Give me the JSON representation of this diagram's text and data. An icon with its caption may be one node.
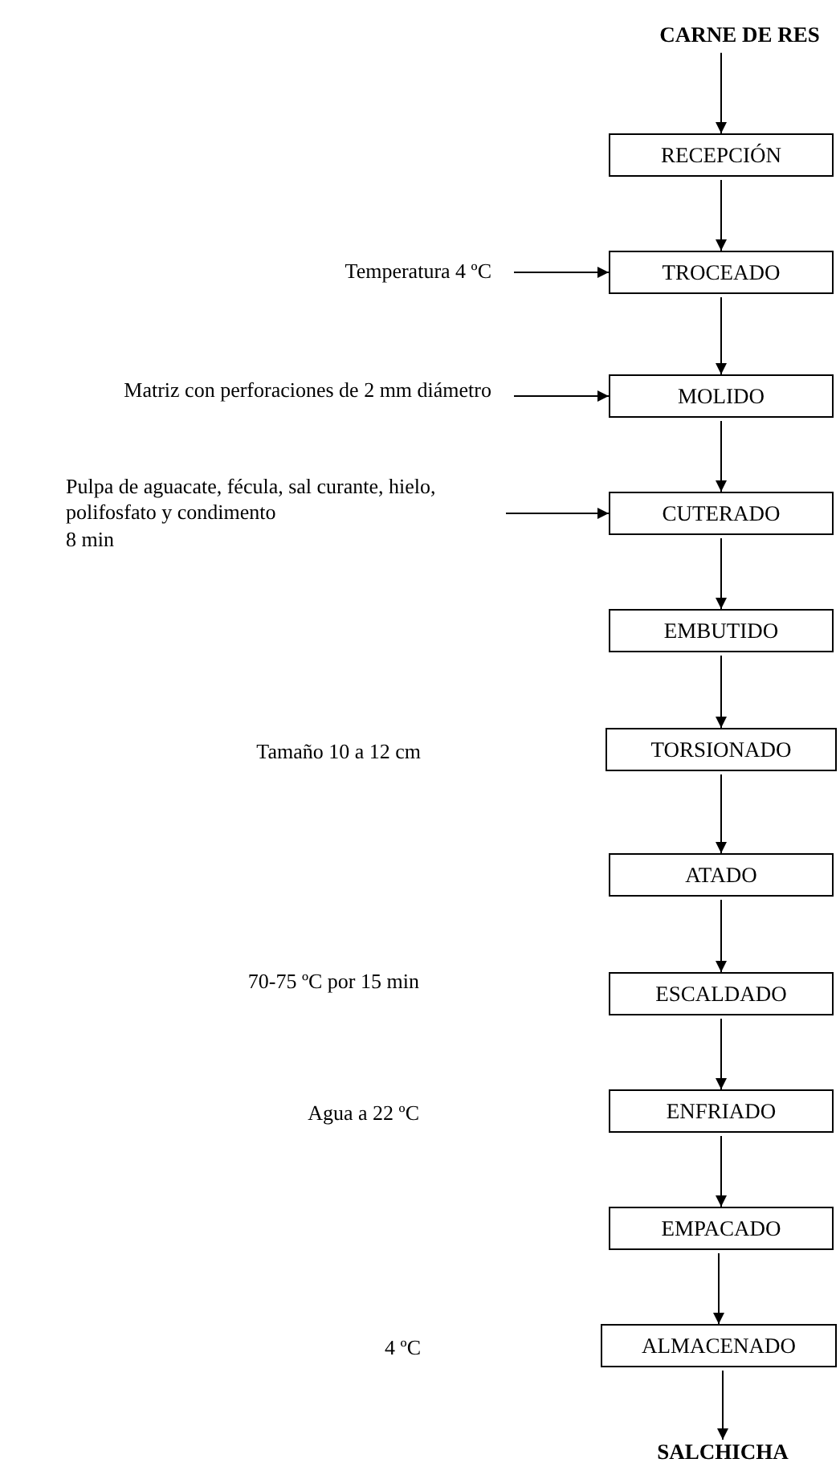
{
  "diagram": {
    "nodes": [
      {
        "text": [
          "CARNE DE RES"
        ]
      },
      {
        "text": [
          "RECEPCIÓN"
        ]
      },
      {
        "text": [
          "Temperatura 4 ºC"
        ]
      },
      {
        "text": [
          "TROCEADO"
        ]
      },
      {
        "text": [
          "Matriz con perforaciones de 2 mm diámetro"
        ]
      },
      {
        "text": [
          "MOLIDO"
        ]
      },
      {
        "text": [
          "Pulpa de aguacate, fécula, sal curante, hielo, polifosfato y condimento",
          "8 min"
        ]
      },
      {
        "text": [
          "CUTERADO"
        ]
      },
      {
        "text": [
          "EMBUTIDO"
        ]
      },
      {
        "text": [
          "TORSIONADO"
        ]
      },
      {
        "text": [
          "ATADO"
        ]
      },
      {
        "text": [
          "ESCALDADO"
        ]
      },
      {
        "text": [
          "ENFRIADO"
        ]
      },
      {
        "text": [
          "EMPACADO"
        ]
      },
      {
        "text": [
          "ALMACENADO"
        ]
      },
      {
        "text": [
          "SALCHICHA"
        ]
      }
    ],
    "edges": [
      {
        "from": 0,
        "to": 1,
        "arrow": "to"
      },
      {
        "from": 1,
        "to": 3,
        "arrow": "to"
      },
      {
        "from": 2,
        "to": 3,
        "arrow": "to"
      },
      {
        "from": 3,
        "to": 5,
        "arrow": "to"
      },
      {
        "from": 4,
        "to": 5,
        "arrow": "to"
      },
      {
        "from": 5,
        "to": 7,
        "arrow": "to"
      },
      {
        "from": 6,
        "to": 7,
        "arrow": "to"
      },
      {
        "from": 7,
        "to": 8,
        "arrow": "to"
      },
      {
        "from": 8,
        "to": 9,
        "arrow": "to"
      },
      {
        "from": 9,
        "to": 10,
        "arrow": "to"
      },
      {
        "from": 10,
        "to": 11,
        "arrow": "to"
      },
      {
        "from": 11,
        "to": 12,
        "arrow": "to"
      },
      {
        "from": 12,
        "to": 13,
        "arrow": "to"
      },
      {
        "from": 13,
        "to": 14,
        "arrow": "to"
      },
      {
        "from": 14,
        "to": 15,
        "arrow": "to"
      }
    ],
    "labels": [
      "Tamaño 10 a 12 cm",
      "70-75 ºC por 15 min",
      "Agua a 22 ºC",
      "4 ºC"
    ]
  }
}
